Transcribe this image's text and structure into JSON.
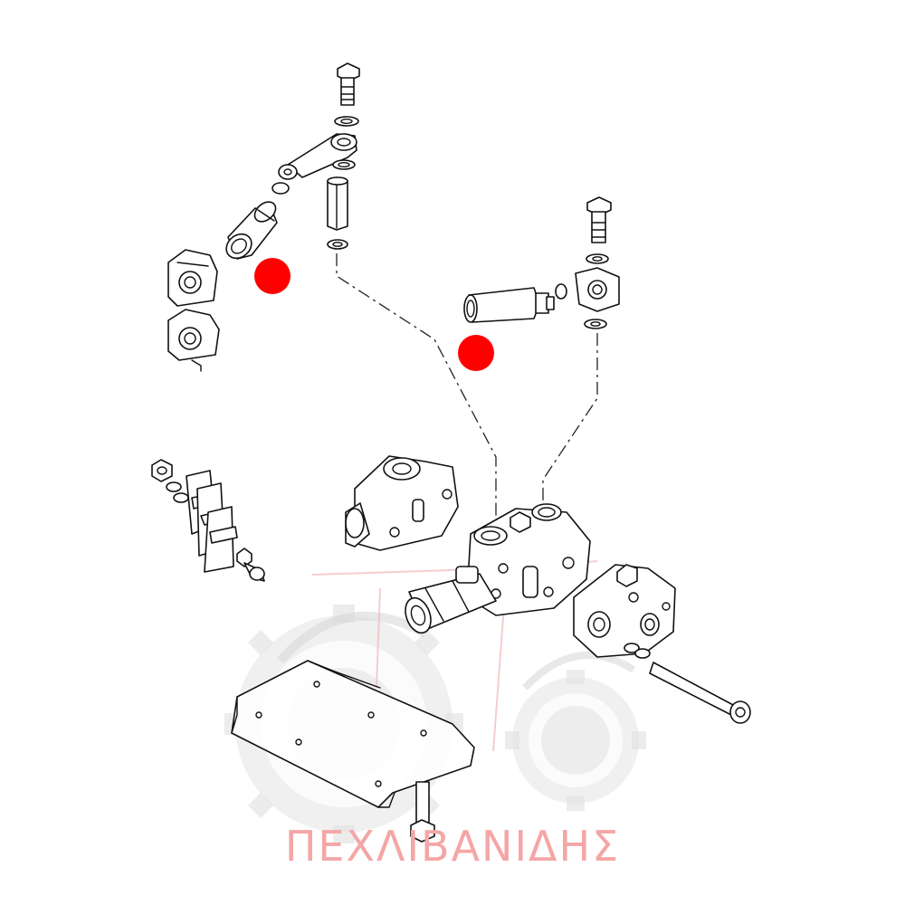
{
  "diagram": {
    "watermark_text": "ΠΕΧΛΙΒΑΝΙΔΗΣ",
    "markers": [
      {
        "id": "marker-left-filter"
      },
      {
        "id": "marker-right-filter"
      }
    ],
    "colors": {
      "marker": "#ff0000",
      "line_art": "#111111",
      "watermark_text": "#f4a6a6",
      "watermark_graphic": "#d9d9d9"
    }
  }
}
